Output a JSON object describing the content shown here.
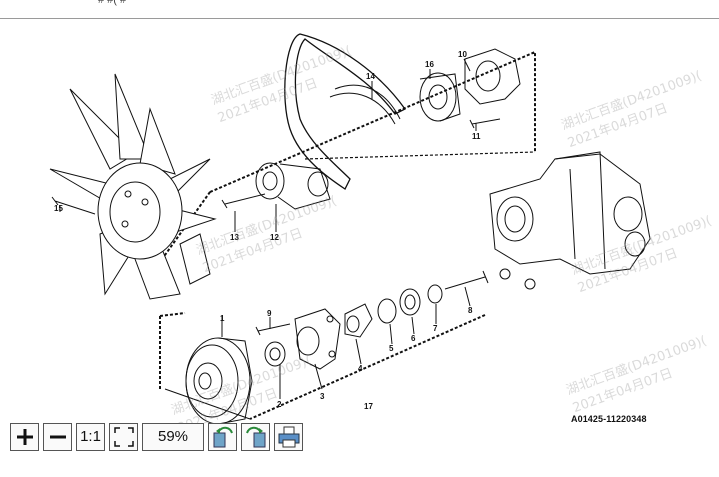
{
  "window": {
    "top_fragment": "# #( #"
  },
  "diagram": {
    "callouts": [
      "1",
      "2",
      "3",
      "4",
      "5",
      "6",
      "7",
      "8",
      "9",
      "10",
      "11",
      "12",
      "13",
      "14",
      "15",
      "16",
      "17"
    ],
    "document_id": "A01425-11220348",
    "watermark_lines": [
      "湖北汇百盛(D4201009)(",
      "2021年04月07日"
    ]
  },
  "toolbar": {
    "zoom_in_icon": "plus-icon",
    "zoom_out_icon": "minus-icon",
    "actual_size_label": "1:1",
    "fit_icon": "fit-frame-icon",
    "zoom_value": "59%",
    "rotate_left_icon": "rotate-left-icon",
    "rotate_right_icon": "rotate-right-icon",
    "print_icon": "printer-icon"
  }
}
